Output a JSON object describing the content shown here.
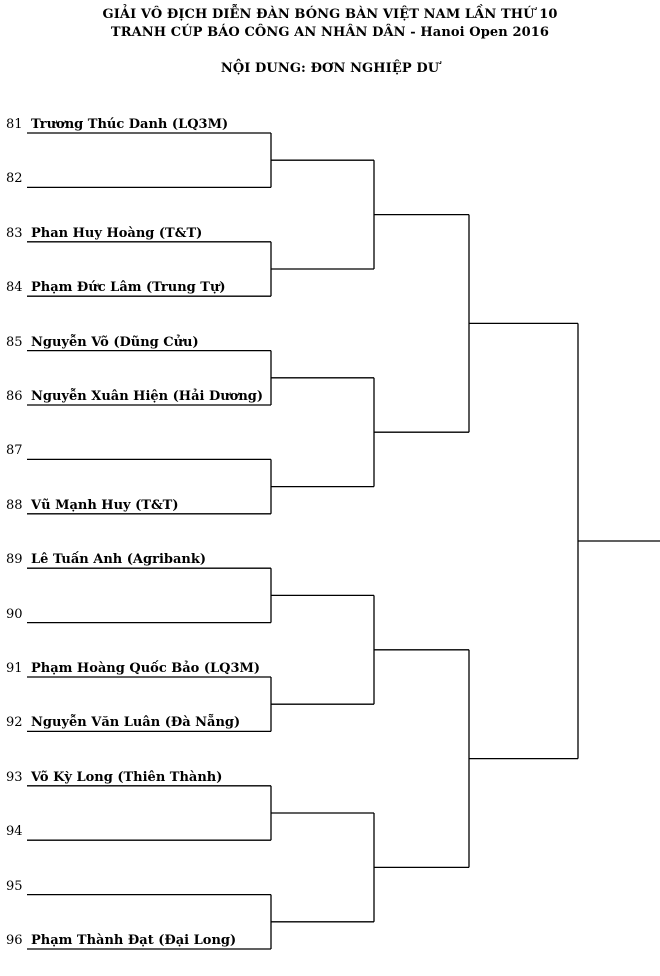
{
  "header": {
    "line1": "GIẢI VÔ ĐỊCH DIỄN ĐÀN BÓNG BÀN VIỆT NAM LẦN THỨ 10",
    "line2": "TRANH CÚP BÁO CÔNG AN NHÂN DÂN - Hanoi Open 2016",
    "line3": "NỘI DUNG: ĐƠN NGHIỆP DƯ"
  },
  "entries": [
    {
      "seed": "81",
      "name": "Trương Thúc Danh (LQ3M)"
    },
    {
      "seed": "82",
      "name": ""
    },
    {
      "seed": "83",
      "name": "Phan Huy Hoàng (T&T)"
    },
    {
      "seed": "84",
      "name": "Phạm Đức Lâm (Trung Tự)"
    },
    {
      "seed": "85",
      "name": "Nguyễn Võ (Dũng Cửu)"
    },
    {
      "seed": "86",
      "name": "Nguyễn Xuân Hiện (Hải Dương)"
    },
    {
      "seed": "87",
      "name": ""
    },
    {
      "seed": "88",
      "name": "Vũ Mạnh Huy (T&T)"
    },
    {
      "seed": "89",
      "name": "Lê Tuấn Anh (Agribank)"
    },
    {
      "seed": "90",
      "name": ""
    },
    {
      "seed": "91",
      "name": "Phạm Hoàng Quốc Bảo (LQ3M)"
    },
    {
      "seed": "92",
      "name": "Nguyễn Văn Luân (Đà Nẵng)"
    },
    {
      "seed": "93",
      "name": "Võ Kỳ Long (Thiên Thành)"
    },
    {
      "seed": "94",
      "name": ""
    },
    {
      "seed": "95",
      "name": ""
    },
    {
      "seed": "96",
      "name": "Phạm Thành Đạt (Đại Long)"
    }
  ]
}
